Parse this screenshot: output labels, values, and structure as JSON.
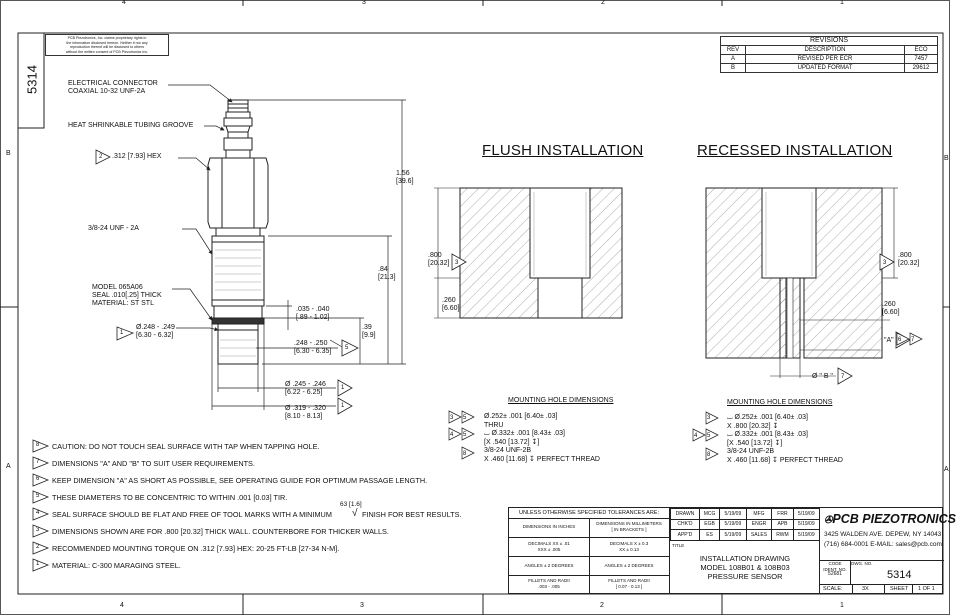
{
  "zones": {
    "top": [
      "4",
      "3",
      "2",
      "1"
    ],
    "bottom": [
      "4",
      "3",
      "2",
      "1"
    ],
    "left": [
      "B",
      "A"
    ],
    "right": [
      "B",
      "A"
    ]
  },
  "proprietary_notice": [
    "PCB Piezotronics, Inc. claims proprietary rights in",
    "the information disclosed hereon. Neither it nor any",
    "reproduction thereof will be disclosed to others",
    "without the written consent of PCB Piezotronics Inc."
  ],
  "side_number": "5314",
  "revisions": {
    "title": "REVISIONS",
    "headers": [
      "REV",
      "DESCRIPTION",
      "ECO"
    ],
    "rows": [
      [
        "A",
        "REVISED PER ECR",
        "7457"
      ],
      [
        "B",
        "UPDATED FORMAT",
        "29612"
      ]
    ]
  },
  "sensor_labels": {
    "connector": [
      "ELECTRICAL CONNECTOR",
      "COAXIAL 10-32 UNF-2A"
    ],
    "groove": "HEAT SHRINKABLE TUBING GROOVE",
    "hex_num": "2",
    "hex": ".312 [7.93] HEX",
    "thread": "3/8-24 UNF - 2A",
    "seal": [
      "MODEL 065A06",
      "SEAL .010[.25] THICK",
      "MATERIAL: ST STL"
    ],
    "d1_num": "1",
    "d1": [
      "Ø.248 - .249",
      "[6.30 - 6.32]"
    ],
    "dim_156": [
      "1.56",
      "[39.6]"
    ],
    "dim_84": [
      ".84",
      "[21.3]"
    ],
    "dim_035": [
      ".035 - .040",
      "[.89 - 1.02]"
    ],
    "dim_39": [
      ".39",
      "[9.9]"
    ],
    "dim_248": [
      ".248 - .250",
      "[6.30 - 6.35]"
    ],
    "dim_248_num": "5",
    "dim_245": [
      "Ø .245 - .246",
      "[6.22 - 6.25]"
    ],
    "dim_245_num": "1",
    "dim_319": [
      "Ø .319 - .320",
      "[8.10 - 8.13]"
    ],
    "dim_319_num": "1"
  },
  "flush": {
    "title": "FLUSH INSTALLATION",
    "dim_800": [
      ".800",
      "[20.32]"
    ],
    "dim_800_num": "3",
    "dim_260": [
      ".260",
      "[6.60]"
    ],
    "mh_title": "MOUNTING HOLE DIMENSIONS",
    "mh_nums": [
      "3",
      "5",
      "4",
      "5",
      "8"
    ],
    "mh_lines": [
      "Ø.252± .001 [6.40± .03]",
      "THRU",
      "⌴ Ø.332± .001 [8.43± .03]",
      "[X .540 [13.72] ↧]",
      "3/8-24 UNF-2B",
      "X .460 [11.68] ↧ PERFECT THREAD"
    ]
  },
  "recessed": {
    "title": "RECESSED INSTALLATION",
    "dim_800": [
      ".800",
      "[20.32]"
    ],
    "dim_800_num": "3",
    "dim_260": [
      ".260",
      "[6.60]"
    ],
    "dim_a": "\"A\"",
    "dim_a_nums": [
      "6",
      "7"
    ],
    "dim_b": "Ø \" B \"",
    "dim_b_num": "7",
    "mh_title": "MOUNTING HOLE DIMENSIONS",
    "mh_nums": [
      "3",
      "5",
      "4",
      "5",
      "8"
    ],
    "mh_lines": [
      "⌴ Ø.252± .001 [6.40± .03]",
      "X .800 [20.32] ↧",
      "⌴ Ø.332± .001 [8.43± .03]",
      "[X .540 [13.72] ↧]",
      "3/8-24 UNF-2B",
      "X .460 [11.68] ↧ PERFECT THREAD"
    ]
  },
  "notes": [
    {
      "num": "8",
      "text": "CAUTION:  DO NOT TOUCH SEAL SURFACE WITH TAP WHEN TAPPING HOLE."
    },
    {
      "num": "7",
      "text": "DIMENSIONS \"A\" AND \"B\" TO SUIT USER REQUIREMENTS."
    },
    {
      "num": "6",
      "text": "KEEP DIMENSION \"A\" AS SHORT AS POSSIBLE, SEE OPERATING GUIDE FOR OPTIMUM PASSAGE LENGTH."
    },
    {
      "num": "5",
      "text": "THESE DIAMETERS TO BE CONCENTRIC TO WITHIN .001 [0.03] TIR."
    },
    {
      "num": "4",
      "text": "SEAL SURFACE SHOULD BE FLAT AND FREE OF TOOL MARKS WITH A MINIMUM"
    },
    {
      "num": "3",
      "text": "DIMENSIONS SHOWN ARE FOR .800 [20.32] THICK WALL.  COUNTERBORE  FOR THICKER WALLS."
    },
    {
      "num": "2",
      "text": "RECOMMENDED MOUNTING TORQUE ON .312 [7.93] HEX: 20-25 FT-LB [27-34 N-M]."
    },
    {
      "num": "1",
      "text": "MATERIAL: C-300 MARAGING STEEL."
    }
  ],
  "finish": {
    "value": "63 [1.6]",
    "text": "FINISH FOR BEST RESULTS."
  },
  "title_block": {
    "tol_header": "UNLESS OTHERWISE SPECIFIED TOLERANCES ARE:",
    "inch_label": "DIMENSIONS IN INCHES",
    "mm_label": [
      "DIMENSIONS IN MILLIMETERS",
      "[ IN BRACKETS ]"
    ],
    "dec_in": [
      "DECIMALS  XX ± .01",
      "XXX ± .005"
    ],
    "dec_mm": [
      "DECIMALS  X ± 0.3",
      "XX ± 0.13"
    ],
    "angles_in": "ANGLES ± 2 DEGREES",
    "angles_mm": "ANGLES ± 2 DEGREES",
    "fillets_in": [
      "FILLETS AND RADII",
      ".003 - .005"
    ],
    "fillets_mm": [
      "FILLETS AND RADII",
      "[ 0.07 - 0.13 ]"
    ],
    "sign_rows": [
      [
        "DRAWN",
        "MCG",
        "5/19/09",
        "MFG",
        "FRR",
        "5/19/09"
      ],
      [
        "CHK'D",
        "EGB",
        "5/19/09",
        "ENGR",
        "APB",
        "5/19/09"
      ],
      [
        "APP'D",
        "ES",
        "5/19/09",
        "SALES",
        "RWM",
        "5/19/09"
      ]
    ],
    "title_label": "TITLE",
    "title": [
      "INSTALLATION DRAWING",
      "MODEL 108B01 & 108B03",
      "PRESSURE SENSOR"
    ],
    "company": "PCB PIEZOTRONICS",
    "address": [
      "3425 WALDEN AVE. DEPEW, NY 14043",
      "(716)  684-0001 E-MAIL:  sales@pcb.com"
    ],
    "code_label": [
      "CODE",
      "IDENT. NO."
    ],
    "code": "52681",
    "dwg_label": "DWG. NO.",
    "dwg_no": "5314",
    "scale_label": "SCALE:",
    "scale": "3X",
    "sheet_label": "SHEET",
    "sheet": "1  OF  1"
  },
  "colors": {
    "line": "#222222",
    "hatch": "#777777",
    "paper": "#ffffff"
  }
}
